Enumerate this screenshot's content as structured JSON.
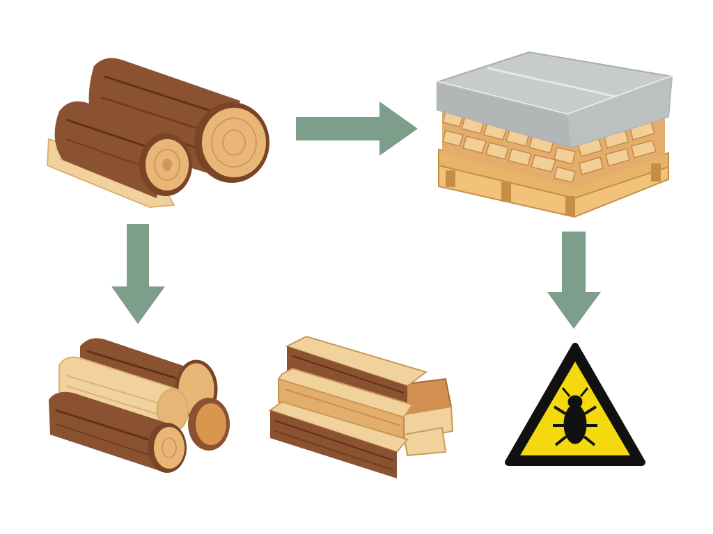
{
  "diagram": {
    "nodes": [
      {
        "id": "raw-logs",
        "icon": "raw-logs-icon"
      },
      {
        "id": "covered-pallet",
        "icon": "covered-firewood-pallet-icon"
      },
      {
        "id": "stacked-logs",
        "icon": "stacked-round-logs-icon"
      },
      {
        "id": "split-firewood",
        "icon": "split-firewood-stack-icon"
      },
      {
        "id": "pest-warning",
        "icon": "insect-warning-sign-icon"
      }
    ],
    "edges": [
      {
        "from": "raw-logs",
        "to": "covered-pallet",
        "direction": "right"
      },
      {
        "from": "raw-logs",
        "to": "stacked-logs",
        "direction": "down"
      },
      {
        "from": "covered-pallet",
        "to": "pest-warning",
        "direction": "down"
      }
    ]
  },
  "colors": {
    "arrow": "#7c9e8a",
    "bark": "#8a5230",
    "bark_dark": "#5e3418",
    "wood_light": "#f1d29c",
    "wood_mid": "#e2ae6c",
    "ring": "#d89a55",
    "tarp": "#c8cbcc",
    "warning_yellow": "#f5d90f",
    "warning_border": "#111111"
  }
}
